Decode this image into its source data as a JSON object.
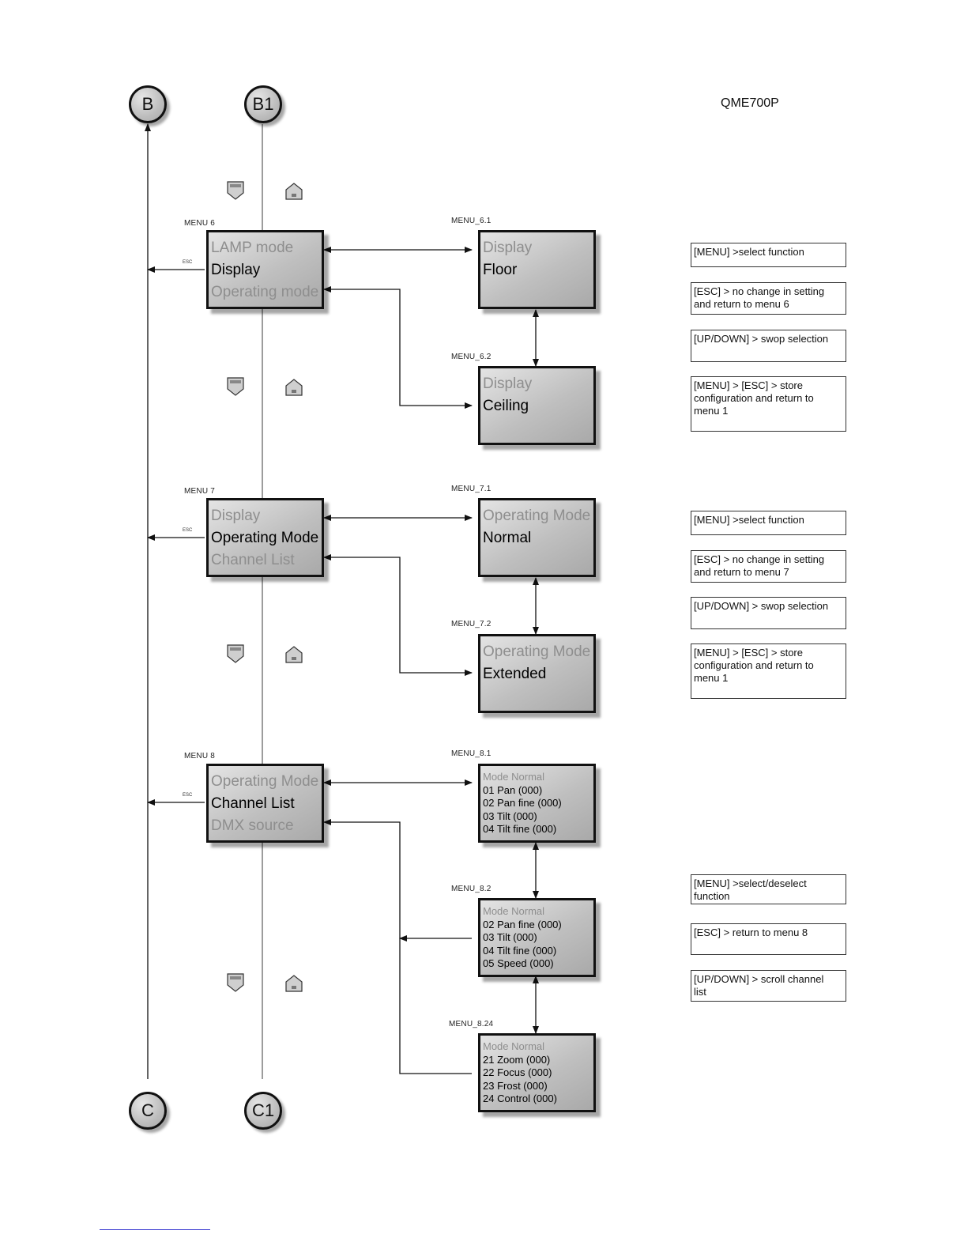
{
  "model": "QME700P",
  "nodes": {
    "b": "B",
    "b1": "B1",
    "c": "C",
    "c1": "C1"
  },
  "esc_label": "ESC",
  "menu6": {
    "label": "MENU 6",
    "lines": [
      "LAMP mode",
      "Display",
      "Operating mode"
    ],
    "sub1": {
      "label": "MENU_6.1",
      "lines": [
        "Display",
        "Floor"
      ]
    },
    "sub2": {
      "label": "MENU_6.2",
      "lines": [
        "Display",
        "Ceiling"
      ]
    }
  },
  "menu7": {
    "label": "MENU 7",
    "lines": [
      "Display",
      "Operating Mode",
      "Channel List"
    ],
    "sub1": {
      "label": "MENU_7.1",
      "lines": [
        "Operating Mode",
        "Normal"
      ]
    },
    "sub2": {
      "label": "MENU_7.2",
      "lines": [
        "Operating Mode",
        "Extended"
      ]
    }
  },
  "menu8": {
    "label": "MENU 8",
    "lines": [
      "Operating Mode",
      "Channel List",
      "DMX source"
    ],
    "sub1": {
      "label": "MENU_8.1",
      "lines": [
        "Mode Normal",
        "01 Pan (000)",
        "02 Pan fine (000)",
        "03 Tilt (000)",
        "04 Tilt fine (000)"
      ]
    },
    "sub2": {
      "label": "MENU_8.2",
      "lines": [
        "Mode Normal",
        "02 Pan fine (000)",
        "03 Tilt (000)",
        "04 Tilt fine (000)",
        "05 Speed (000)"
      ]
    },
    "sub3": {
      "label": "MENU_8.24",
      "lines": [
        "Mode Normal",
        "21 Zoom (000)",
        "22 Focus (000)",
        "23 Frost (000)",
        "24 Control (000)"
      ]
    }
  },
  "notes6": [
    "[MENU] >select function",
    "[ESC] > no change in setting\nand return to menu 6",
    "[UP/DOWN] > swop selection",
    "[MENU] > [ESC] > store\nconfiguration and return to\nmenu 1"
  ],
  "notes7": [
    "[MENU] >select function",
    "[ESC] > no change in setting\nand return to menu 7",
    "[UP/DOWN] > swop selection",
    "[MENU] > [ESC] > store\nconfiguration and return to\nmenu 1"
  ],
  "notes8": [
    "[MENU] >select/deselect\nfunction",
    "[ESC] > return to menu 8",
    "[UP/DOWN] > scroll channel\nlist"
  ],
  "icons": {
    "down": "down-key-icon",
    "up": "up-key-icon"
  }
}
